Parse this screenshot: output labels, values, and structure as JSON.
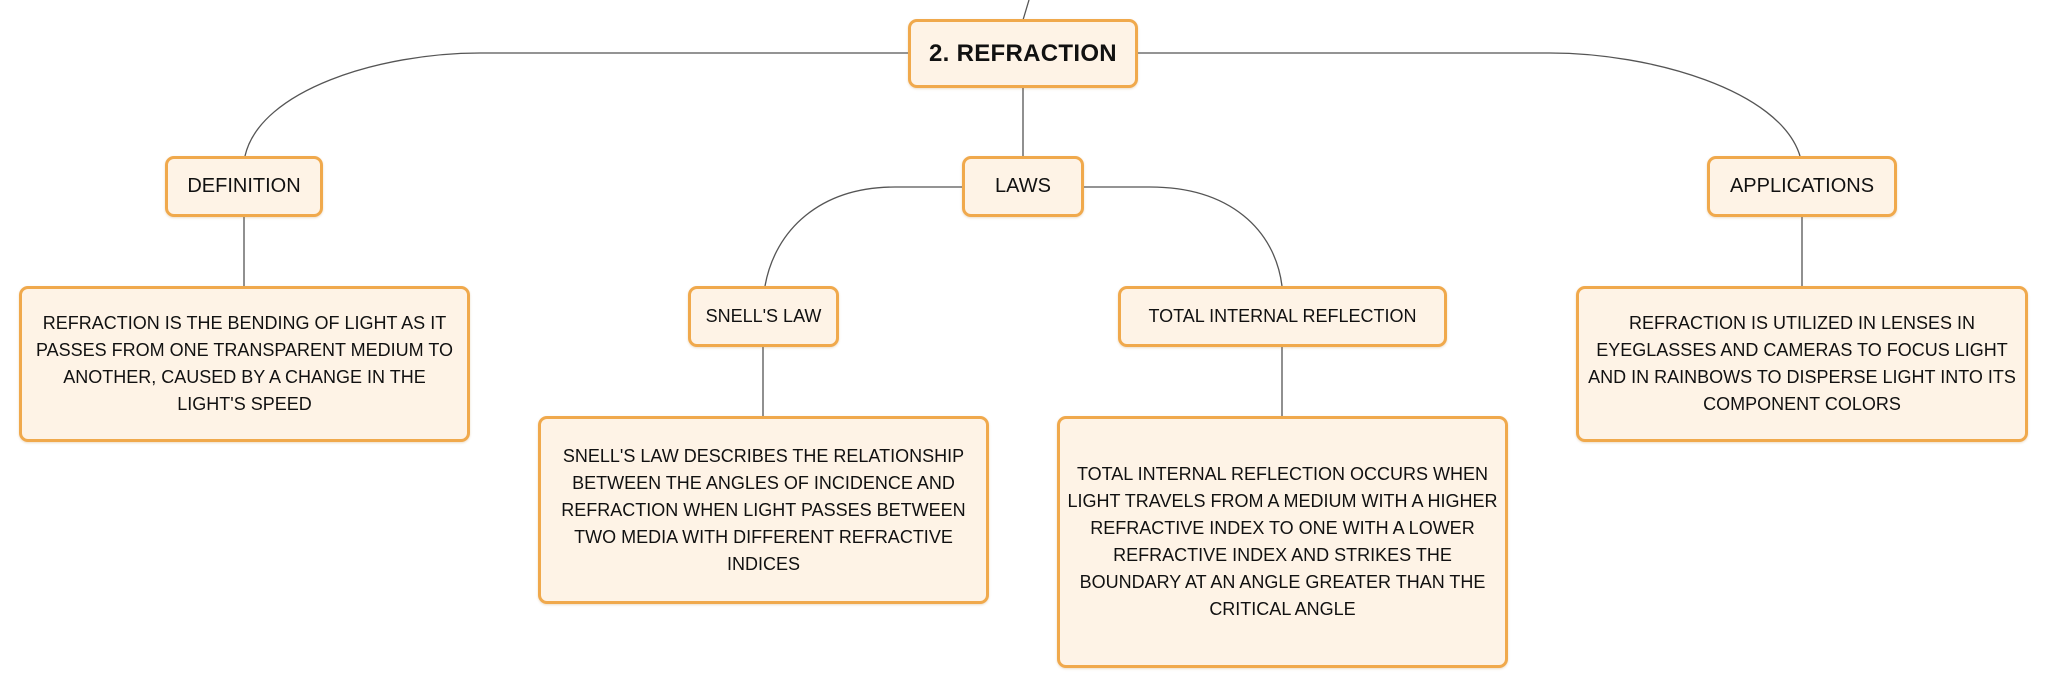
{
  "colors": {
    "node_border": "#f0a94c",
    "node_fill": "#fef3e6",
    "connector": "#555555",
    "text": "#111111"
  },
  "root": {
    "label": "2. REFRACTION"
  },
  "branches": {
    "definition": {
      "label": "DEFINITION",
      "description": "REFRACTION IS THE BENDING OF LIGHT AS IT PASSES FROM ONE TRANSPARENT MEDIUM TO ANOTHER, CAUSED BY A CHANGE IN THE LIGHT'S SPEED"
    },
    "laws": {
      "label": "LAWS",
      "snells_law": {
        "label": "SNELL'S LAW",
        "description": "SNELL'S LAW DESCRIBES THE RELATIONSHIP BETWEEN THE ANGLES OF INCIDENCE AND REFRACTION WHEN LIGHT PASSES BETWEEN TWO MEDIA WITH DIFFERENT REFRACTIVE INDICES"
      },
      "total_internal_reflection": {
        "label": "TOTAL INTERNAL REFLECTION",
        "description": "TOTAL INTERNAL REFLECTION OCCURS WHEN LIGHT TRAVELS FROM A MEDIUM WITH A HIGHER REFRACTIVE INDEX TO ONE WITH A LOWER REFRACTIVE INDEX AND STRIKES THE BOUNDARY AT AN ANGLE GREATER THAN THE CRITICAL ANGLE"
      }
    },
    "applications": {
      "label": "APPLICATIONS",
      "description": "REFRACTION IS UTILIZED IN LENSES IN EYEGLASSES AND CAMERAS TO FOCUS LIGHT AND IN RAINBOWS TO DISPERSE LIGHT INTO ITS COMPONENT COLORS"
    }
  }
}
